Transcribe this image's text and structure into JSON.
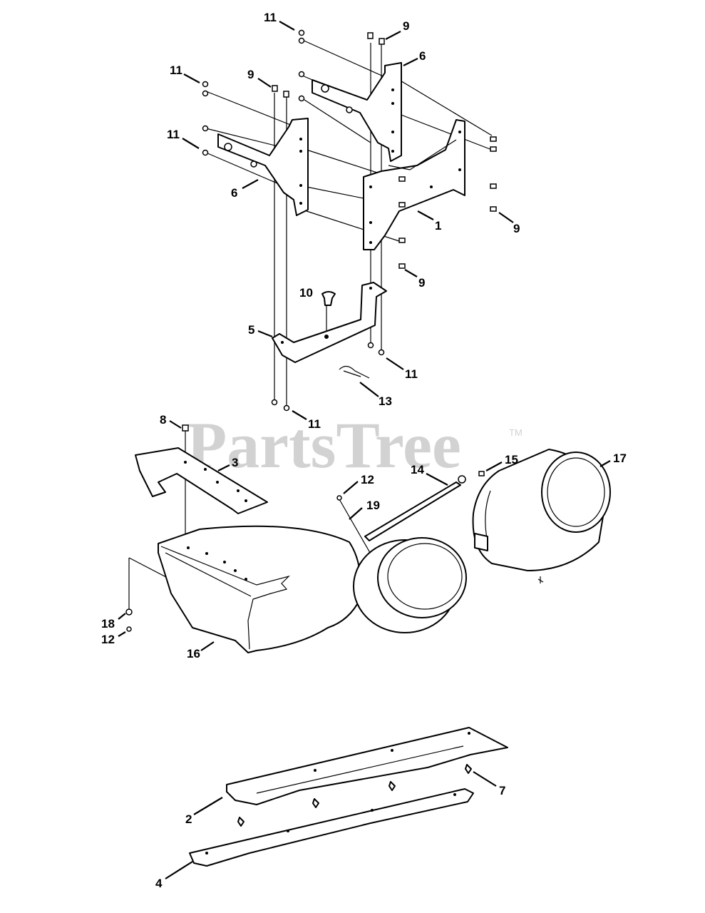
{
  "watermark": {
    "text": "PartsTree",
    "trademark": "TM"
  },
  "callouts": {
    "c1": "11",
    "c2": "9",
    "c3": "6",
    "c4": "11",
    "c5": "9",
    "c6": "11",
    "c7": "6",
    "c8": "1",
    "c9": "9",
    "c10": "9",
    "c11": "10",
    "c12": "5",
    "c13": "11",
    "c14": "13",
    "c15": "11",
    "c16": "8",
    "c17": "3",
    "c18": "14",
    "c19": "15",
    "c20": "17",
    "c21": "12",
    "c22": "19",
    "c23": "18",
    "c24": "12",
    "c25": "16",
    "c26": "7",
    "c27": "2",
    "c28": "4"
  }
}
